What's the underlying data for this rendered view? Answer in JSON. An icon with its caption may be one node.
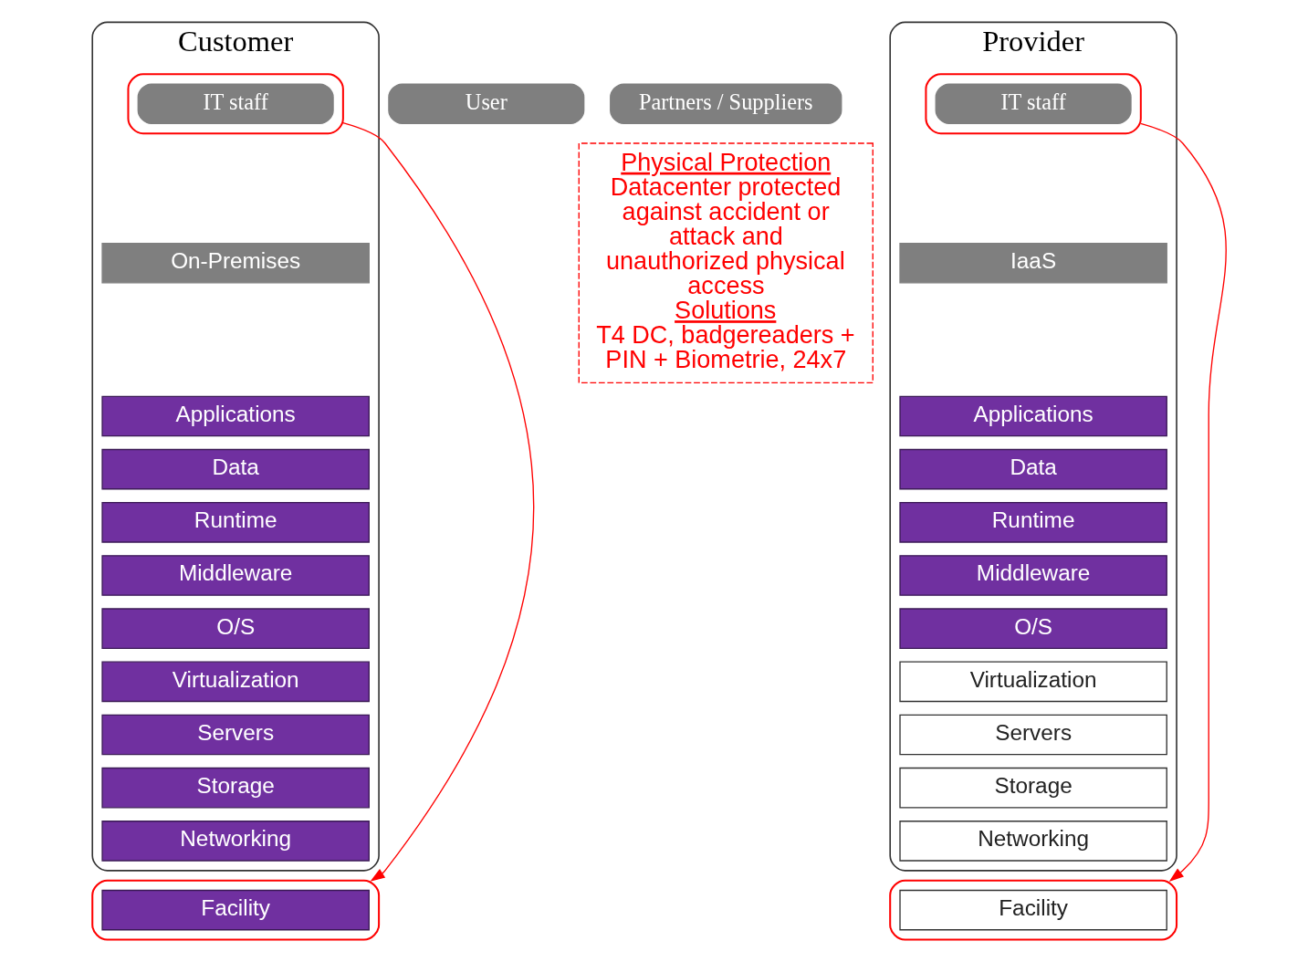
{
  "diagram": {
    "nodes": [
      {
        "text": [
          "Customer"
        ]
      },
      {
        "text": [],
        "shape": "box",
        "in": 0
      },
      {
        "text": [
          "IT staff"
        ],
        "in": 1
      },
      {
        "text": [
          "User"
        ]
      },
      {
        "text": [
          "Partners / Suppliers"
        ]
      },
      {
        "text": [
          "On-Premises"
        ],
        "in": 0
      },
      {
        "text": [
          "Applications"
        ],
        "in": 0
      },
      {
        "text": [
          "Data"
        ],
        "in": 0
      },
      {
        "text": [
          "Runtime"
        ],
        "in": 0
      },
      {
        "text": [
          "Middleware"
        ],
        "in": 0
      },
      {
        "text": [
          "O/S"
        ],
        "in": 0
      },
      {
        "text": [
          "Virtualization"
        ],
        "in": 0
      },
      {
        "text": [
          "Servers"
        ],
        "in": 0
      },
      {
        "text": [
          "Storage"
        ],
        "in": 0
      },
      {
        "text": [
          "Networking"
        ],
        "in": 0
      },
      {
        "text": [],
        "shape": "box"
      },
      {
        "text": [
          "Facility"
        ],
        "in": 15
      },
      {
        "text": [
          "Physical Protection",
          "Datacenter protected against accident or attack and unauthorized physical access",
          "Solutions",
          "T4 DC, badgereaders + PIN + Biometrie, 24x7"
        ]
      },
      {
        "text": [
          "Provider"
        ]
      },
      {
        "text": [],
        "shape": "box",
        "in": 18
      },
      {
        "text": [
          "IT staff"
        ],
        "in": 19
      },
      {
        "text": [
          "IaaS"
        ],
        "in": 18
      },
      {
        "text": [
          "Applications"
        ],
        "in": 18
      },
      {
        "text": [
          "Data"
        ],
        "in": 18
      },
      {
        "text": [
          "Runtime"
        ],
        "in": 18
      },
      {
        "text": [
          "Middleware"
        ],
        "in": 18
      },
      {
        "text": [
          "O/S"
        ],
        "in": 18
      },
      {
        "text": [
          "Virtualization"
        ],
        "in": 18
      },
      {
        "text": [
          "Servers"
        ],
        "in": 18
      },
      {
        "text": [
          "Storage"
        ],
        "in": 18
      },
      {
        "text": [
          "Networking"
        ],
        "in": 18
      },
      {
        "text": [],
        "shape": "box"
      },
      {
        "text": [
          "Facility"
        ],
        "in": 31
      }
    ],
    "edges": [
      {
        "from": 1,
        "to": 15,
        "arrow": "to"
      },
      {
        "from": 19,
        "to": 31,
        "arrow": "to"
      }
    ]
  }
}
